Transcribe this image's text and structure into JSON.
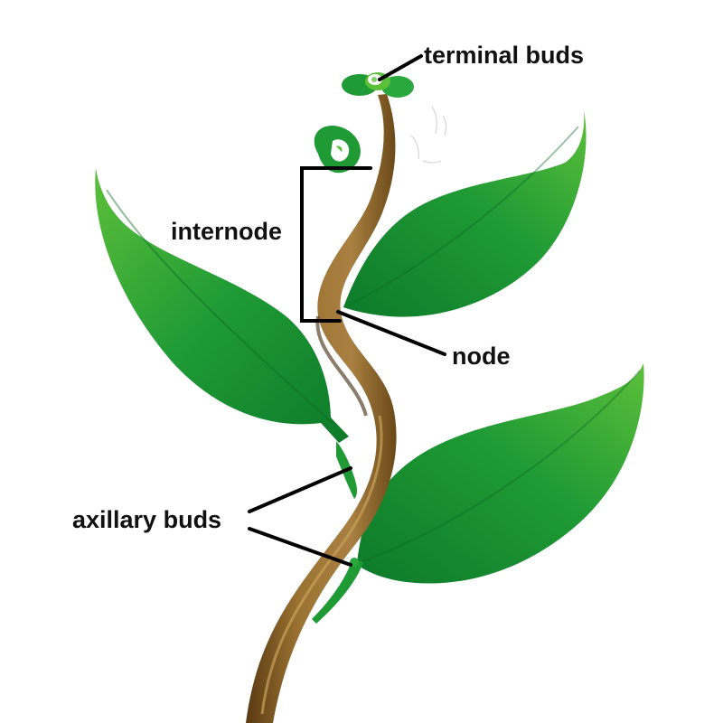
{
  "labels": {
    "terminal_buds": "terminal buds",
    "internode": "internode",
    "node": "node",
    "axillary_buds": "axillary buds"
  },
  "colors": {
    "leaf_dark": "#0d7a2a",
    "leaf_mid": "#1f9a35",
    "leaf_light": "#5cbf3a",
    "stem_light": "#a27a3a",
    "stem_mid": "#8a6126",
    "stem_dark": "#4a3010",
    "leader_line": "#000000"
  }
}
